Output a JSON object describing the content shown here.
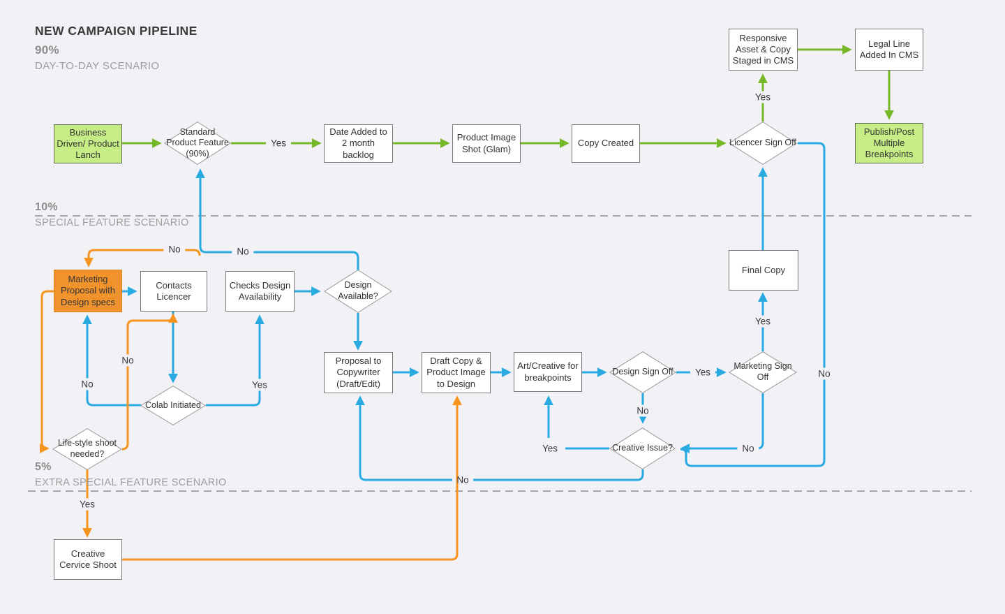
{
  "header": {
    "title": "NEW CAMPAIGN PIPELINE"
  },
  "sections": [
    {
      "percent": "90%",
      "name": "DAY-TO-DAY SCENARIO"
    },
    {
      "percent": "10%",
      "name": "SPECIAL FEATURE SCENARIO"
    },
    {
      "percent": "5%",
      "name": "EXTRA SPECIAL FEATURE SCENARIO"
    }
  ],
  "nodes": {
    "business_driven": {
      "label": "Business Driven/ Product Lanch"
    },
    "standard_product": {
      "label": "Standard Product Feature (90%)"
    },
    "date_added": {
      "label": "Date Added to 2 month backlog"
    },
    "product_image": {
      "label": "Product Image Shot (Glam)"
    },
    "copy_created": {
      "label": "Copy Created"
    },
    "licencer_signoff": {
      "label": "Licencer Sign Off"
    },
    "responsive_asset": {
      "label": "Responsive Asset & Copy Staged in CMS"
    },
    "legal_line": {
      "label": "Legal Line Added In CMS"
    },
    "publish_post": {
      "label": "Publish/Post Multiple Breakpoints"
    },
    "marketing_proposal": {
      "label": "Marketing Proposal with Design specs"
    },
    "contacts_licencer": {
      "label": "Contacts Licencer"
    },
    "checks_design": {
      "label": "Checks Design Availability"
    },
    "design_available": {
      "label": "Design Available?"
    },
    "proposal_copywriter": {
      "label": "Proposal to Copywriter (Draft/Edit)"
    },
    "draft_copy": {
      "label": "Draft Copy & Product Image to Design"
    },
    "art_creative": {
      "label": "Art/Creative for breakpoints"
    },
    "design_signoff": {
      "label": "Design Sign Off"
    },
    "marketing_signoff": {
      "label": "Marketing Sign Off"
    },
    "final_copy": {
      "label": "Final Copy"
    },
    "colab_initiated": {
      "label": "Colab Initiated"
    },
    "lifestyle_shoot": {
      "label": "Life-style shoot needed?"
    },
    "creative_issue": {
      "label": "Creative Issue?"
    },
    "creative_service": {
      "label": "Creative Cervice Shoot"
    }
  },
  "edge_labels": {
    "standard_yes": "Yes",
    "licencer_yes": "Yes",
    "standard_no": "No",
    "design_available_no": "No",
    "colab_no": "No",
    "lifestyle_no": "No",
    "colab_yes": "Yes",
    "lifestyle_yes": "Yes",
    "design_signoff_yes": "Yes",
    "design_signoff_no": "No",
    "marketing_signoff_yes": "Yes",
    "marketing_signoff_no": "No",
    "licencer_no": "No",
    "creative_issue_yes": "Yes",
    "creative_issue_no": "No"
  },
  "colors": {
    "background": "#f2f1f6",
    "flow_green": "#76b82a",
    "flow_blue": "#29abe2",
    "flow_orange": "#f7941e",
    "node_green_fill": "#c6ed86",
    "node_orange_fill": "#f0932c",
    "node_border": "#787878",
    "text": "#333333",
    "muted_text": "#9d9d9d"
  }
}
